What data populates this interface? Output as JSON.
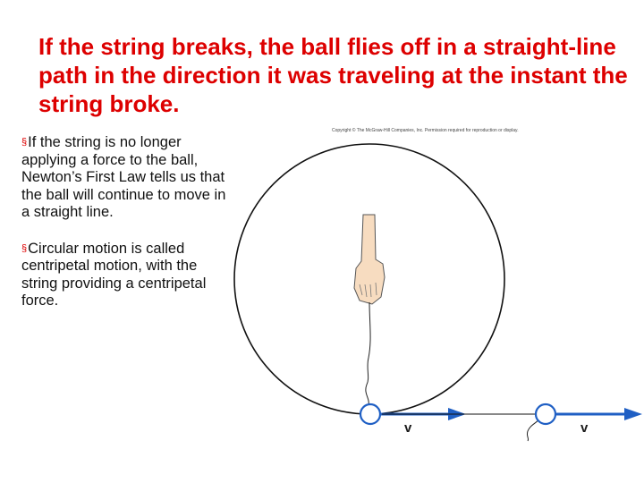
{
  "slide": {
    "title": "If the string breaks, the ball flies off in a straight-line path in the direction it was traveling at the instant the string broke.",
    "bullets": [
      {
        "text": "If the string is no longer applying a force to the ball, Newton’s First Law tells us that the ball will continue to move in a straight line."
      },
      {
        "text": "Circular motion is called centripetal motion, with the string providing a centripetal force."
      }
    ]
  },
  "figure": {
    "copyright": "Copyright © The McGraw-Hill Companies, Inc. Permission required for reproduction or display.",
    "velocity_labels": [
      "v",
      "v"
    ],
    "colors": {
      "arrow": "#1f5fc4",
      "ball_stroke": "#1f5fc4",
      "circle": "#111111",
      "skin": "#f7dcc0"
    }
  }
}
